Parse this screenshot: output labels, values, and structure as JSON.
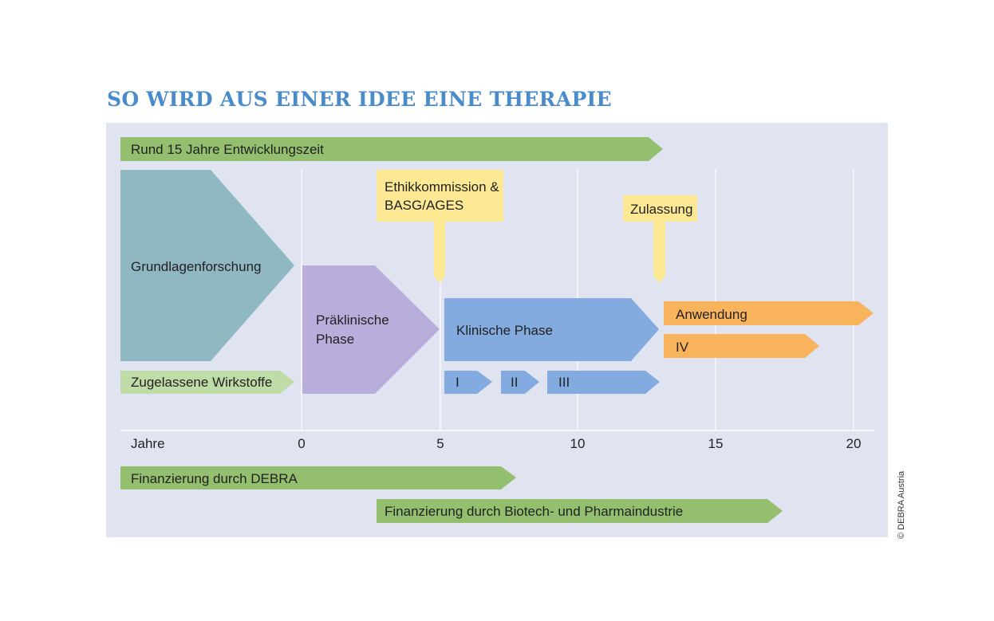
{
  "title": "SO WIRD AUS EINER IDEE EINE THERAPIE",
  "colors": {
    "background": "#dfe4f0",
    "green": "#93bf6e",
    "light_green": "#c0dca6",
    "teal": "#8fb8c3",
    "purple": "#b9addb",
    "blue": "#83abdf",
    "yellow": "#fde993",
    "orange": "#f8b35c",
    "title": "#4a8cc9"
  },
  "bars": {
    "entwicklungszeit": "Rund 15 Jahre Entwicklungszeit",
    "grundlagen": "Grundlagenforschung",
    "zugelassen": "Zugelassene Wirkstoffe",
    "praeklinisch_1": "Präklinische",
    "praeklinisch_2": "Phase",
    "klinisch": "Klinische Phase",
    "phase_1": "I",
    "phase_2": "II",
    "phase_3": "III",
    "anwendung": "Anwendung",
    "phase_4": "IV",
    "debra": "Finanzierung durch DEBRA",
    "industrie": "Finanzierung durch Biotech- und Pharmaindustrie"
  },
  "callouts": {
    "ethik_1": "Ethikkommission &",
    "ethik_2": "BASG/AGES",
    "zulassung": "Zulassung"
  },
  "axis": {
    "label": "Jahre",
    "ticks": [
      "0",
      "5",
      "10",
      "15",
      "20"
    ]
  },
  "copyright": "© DEBRA Austria"
}
